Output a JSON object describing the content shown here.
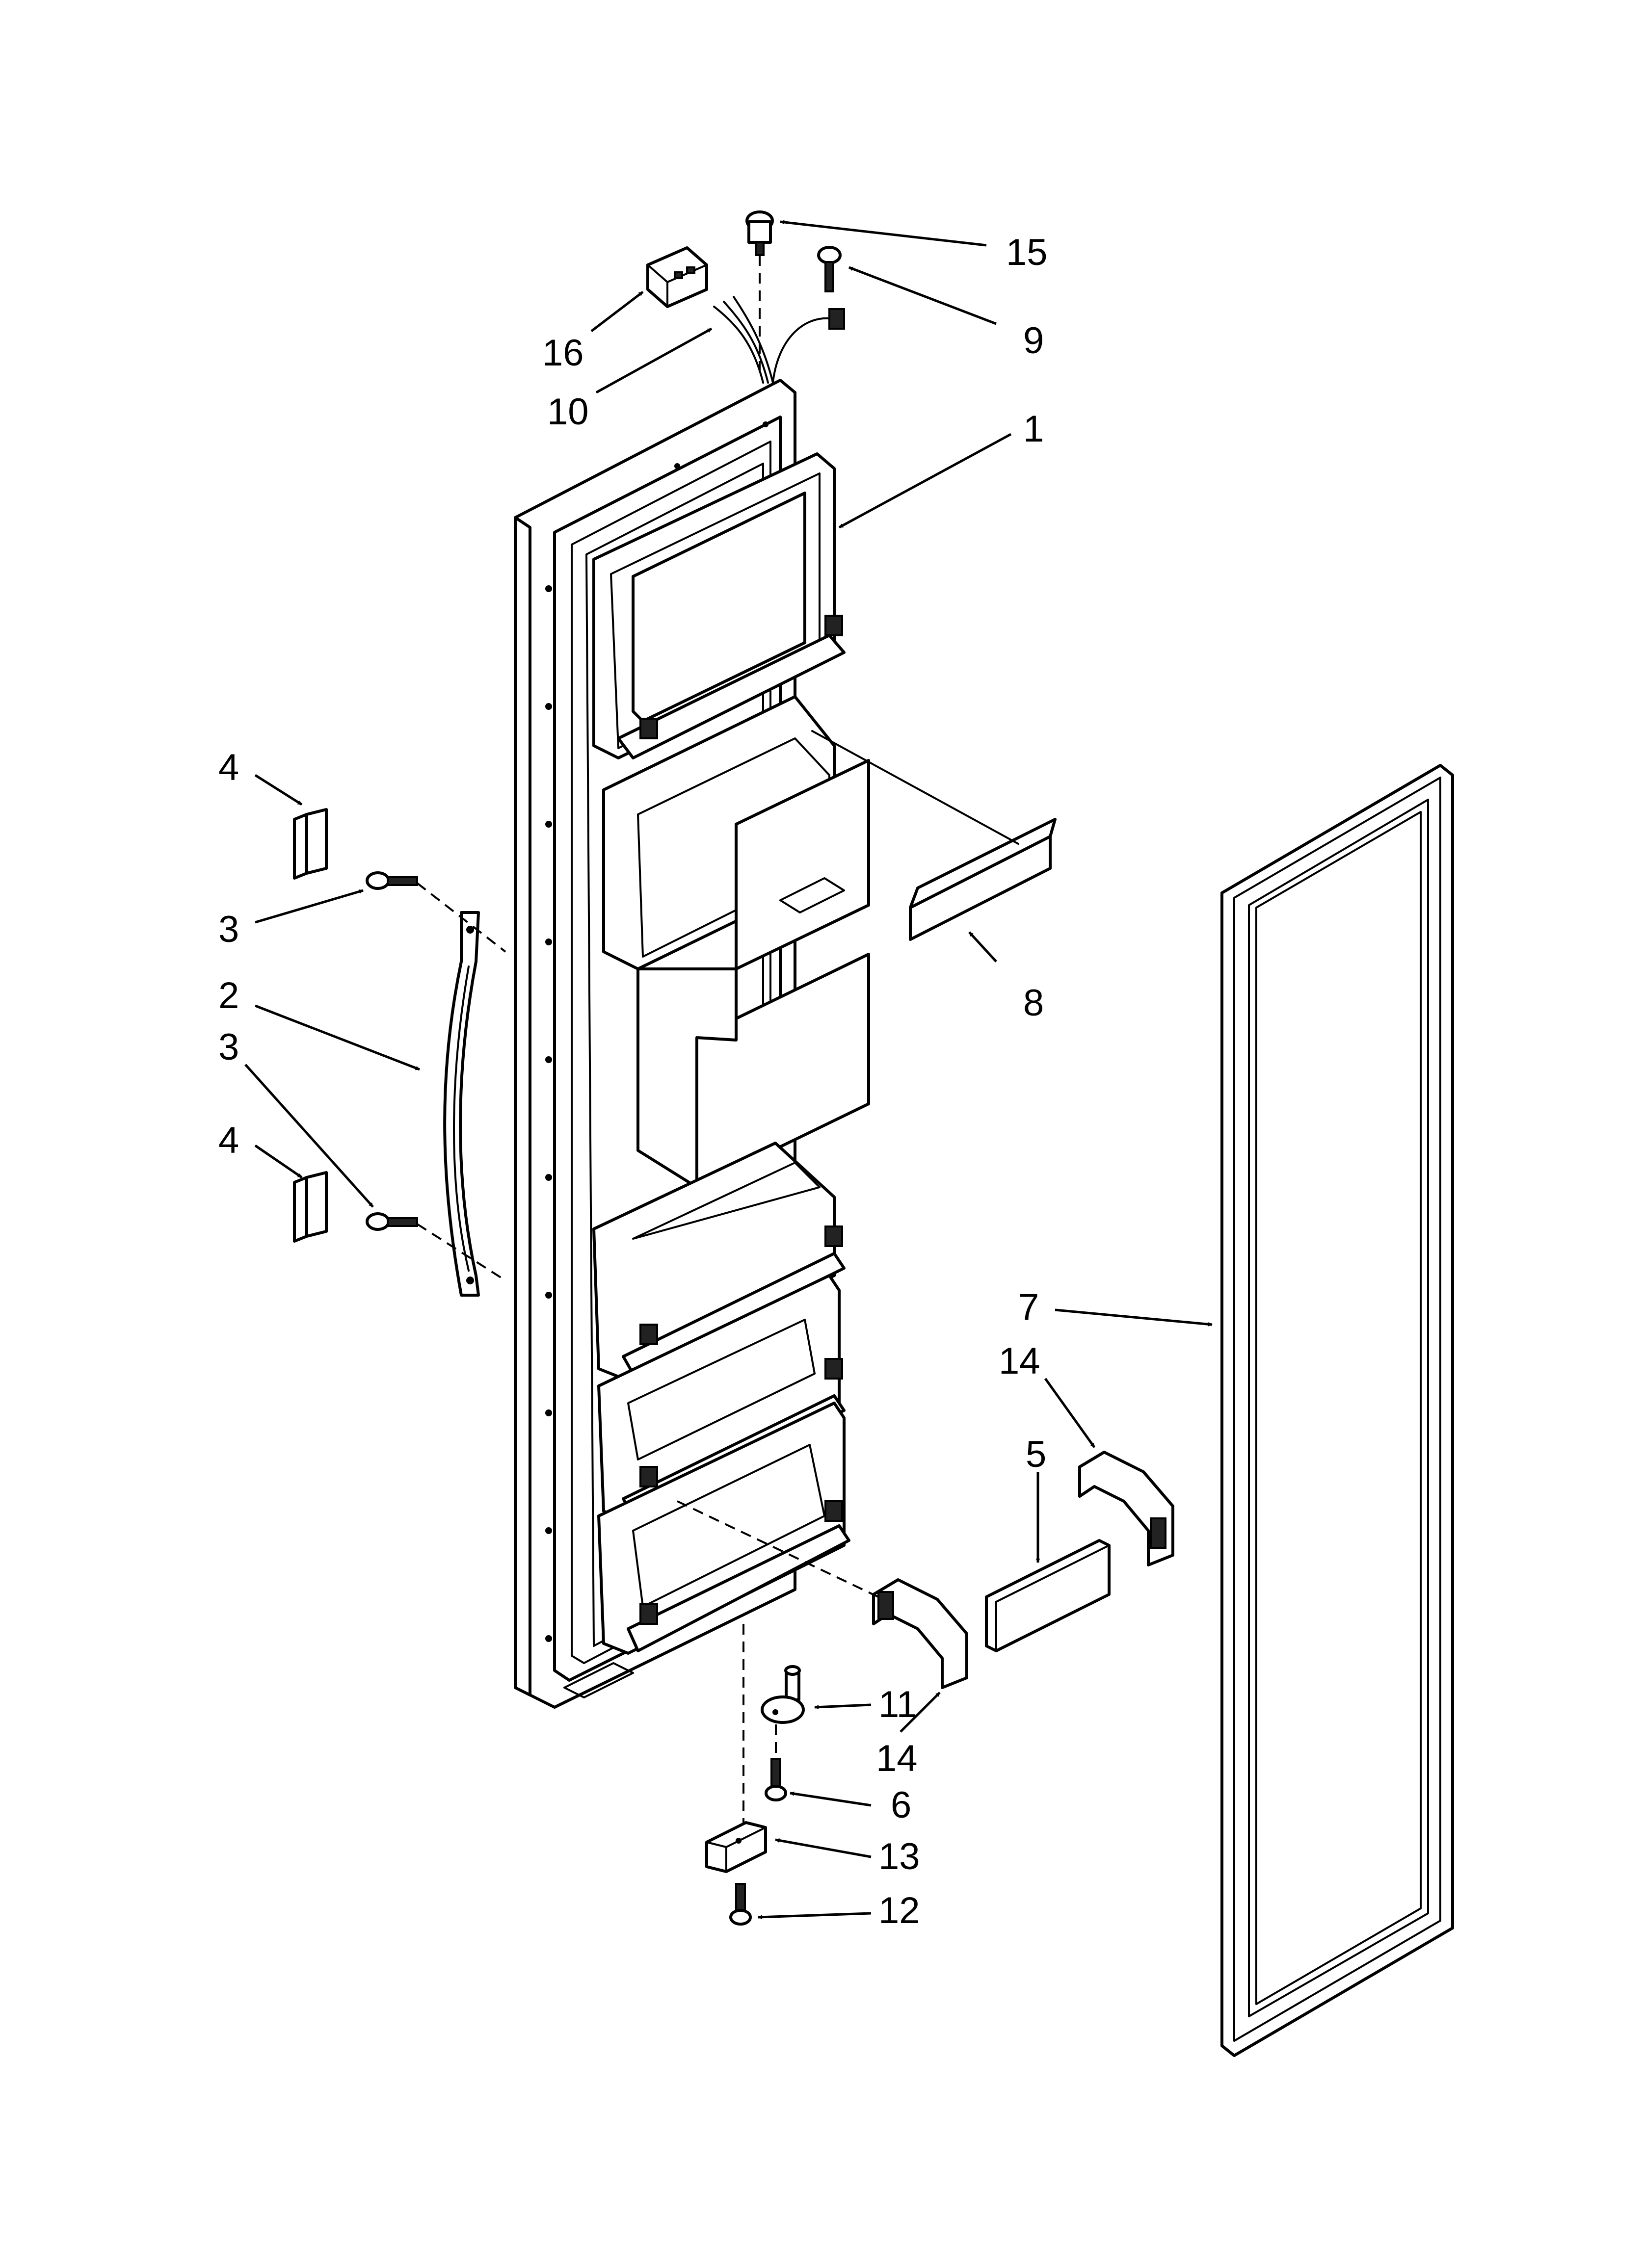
{
  "callouts": [
    {
      "id": "c15",
      "label": "15"
    },
    {
      "id": "c9",
      "label": "9"
    },
    {
      "id": "c16",
      "label": "16"
    },
    {
      "id": "c10",
      "label": "10"
    },
    {
      "id": "c1",
      "label": "1"
    },
    {
      "id": "c4a",
      "label": "4"
    },
    {
      "id": "c3a",
      "label": "3"
    },
    {
      "id": "c2",
      "label": "2"
    },
    {
      "id": "c3b",
      "label": "3"
    },
    {
      "id": "c4b",
      "label": "4"
    },
    {
      "id": "c8",
      "label": "8"
    },
    {
      "id": "c7",
      "label": "7"
    },
    {
      "id": "c14a",
      "label": "14"
    },
    {
      "id": "c5",
      "label": "5"
    },
    {
      "id": "c11",
      "label": "11"
    },
    {
      "id": "c14b",
      "label": "14"
    },
    {
      "id": "c6",
      "label": "6"
    },
    {
      "id": "c13",
      "label": "13"
    },
    {
      "id": "c12",
      "label": "12"
    }
  ],
  "colors": {
    "line": "#000000",
    "background": "#ffffff"
  }
}
